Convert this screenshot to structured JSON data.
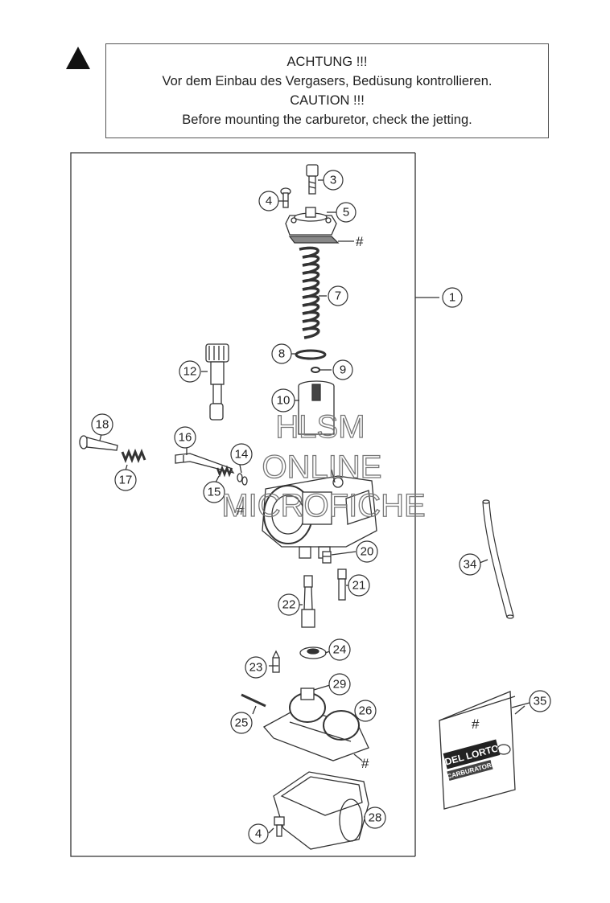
{
  "caution": {
    "line1": "ACHTUNG !!!",
    "line2": "Vor dem Einbau des Vergasers, Bedüsung kontrollieren.",
    "line3": "CAUTION !!!",
    "line4": "Before mounting the carburetor, check the jetting."
  },
  "watermark": {
    "line1": "HLSM",
    "line2": "ONLINE",
    "line3": "MICROFICHE"
  },
  "callouts": {
    "c1": "1",
    "c3": "3",
    "c4a": "4",
    "c5": "5",
    "c7": "7",
    "c8": "8",
    "c9": "9",
    "c10": "10",
    "c12": "12",
    "c14": "14",
    "c15": "15",
    "c16": "16",
    "c17": "17",
    "c18": "18",
    "c20": "20",
    "c21": "21",
    "c22": "22",
    "c23": "23",
    "c24": "24",
    "c25": "25",
    "c26": "26",
    "c28": "28",
    "c29": "29",
    "c34": "34",
    "c35": "35",
    "c4b": "4"
  },
  "hash_marks": {
    "h1": "#",
    "h2": "#",
    "h3": "#",
    "h4": "#"
  },
  "package": {
    "brand": "DEL LORTO",
    "subtitle": "CARBURATORI"
  },
  "colors": {
    "line": "#333333",
    "watermark": "#777777",
    "background": "#ffffff"
  }
}
